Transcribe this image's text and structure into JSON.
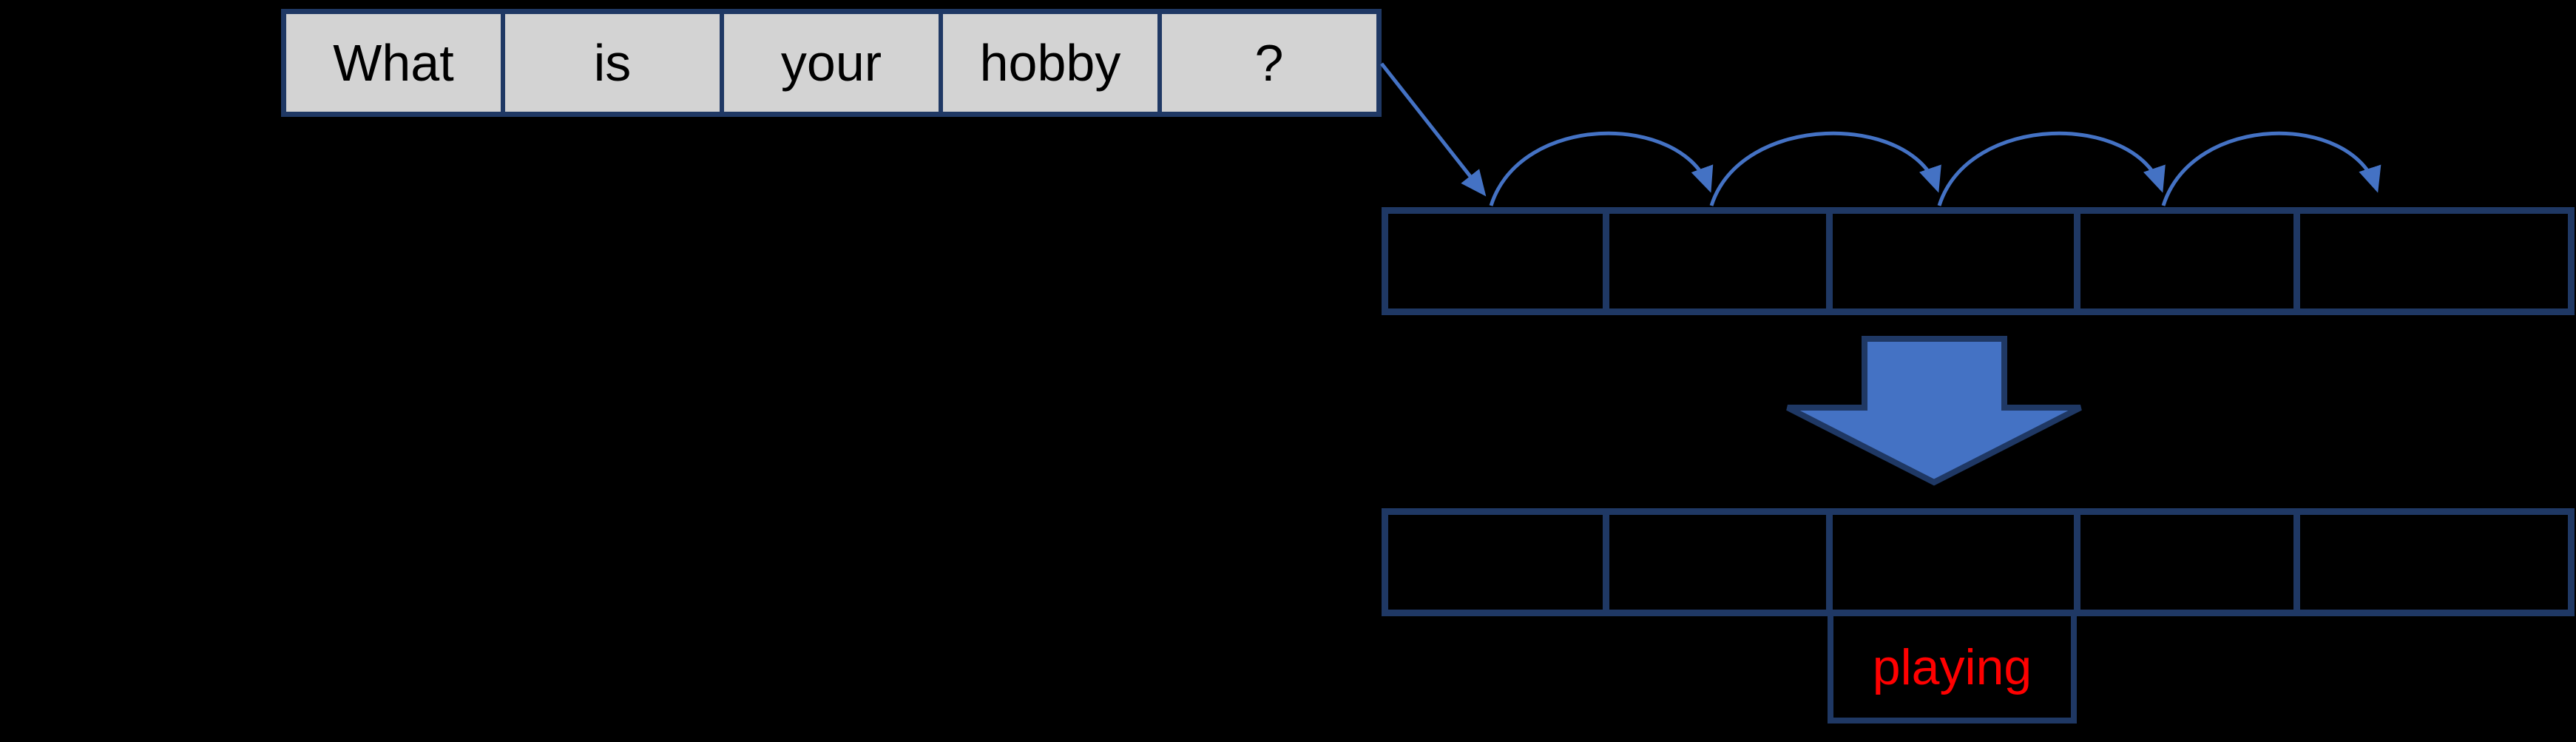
{
  "colors": {
    "background": "#000000",
    "table_border": "#1F3864",
    "question_fill": "#D3D3D3",
    "question_text": "#000000",
    "connector": "#4472C4",
    "block_fill": "#4472C4",
    "block_outline": "#1F3864",
    "answer_text": "#FF0000"
  },
  "question_row": {
    "words": [
      "What",
      "is",
      "your",
      "hobby",
      "?"
    ]
  },
  "top_row": {
    "cell_count": 5
  },
  "bottom_row": {
    "cell_count": 5
  },
  "answer": {
    "label": "playing"
  }
}
